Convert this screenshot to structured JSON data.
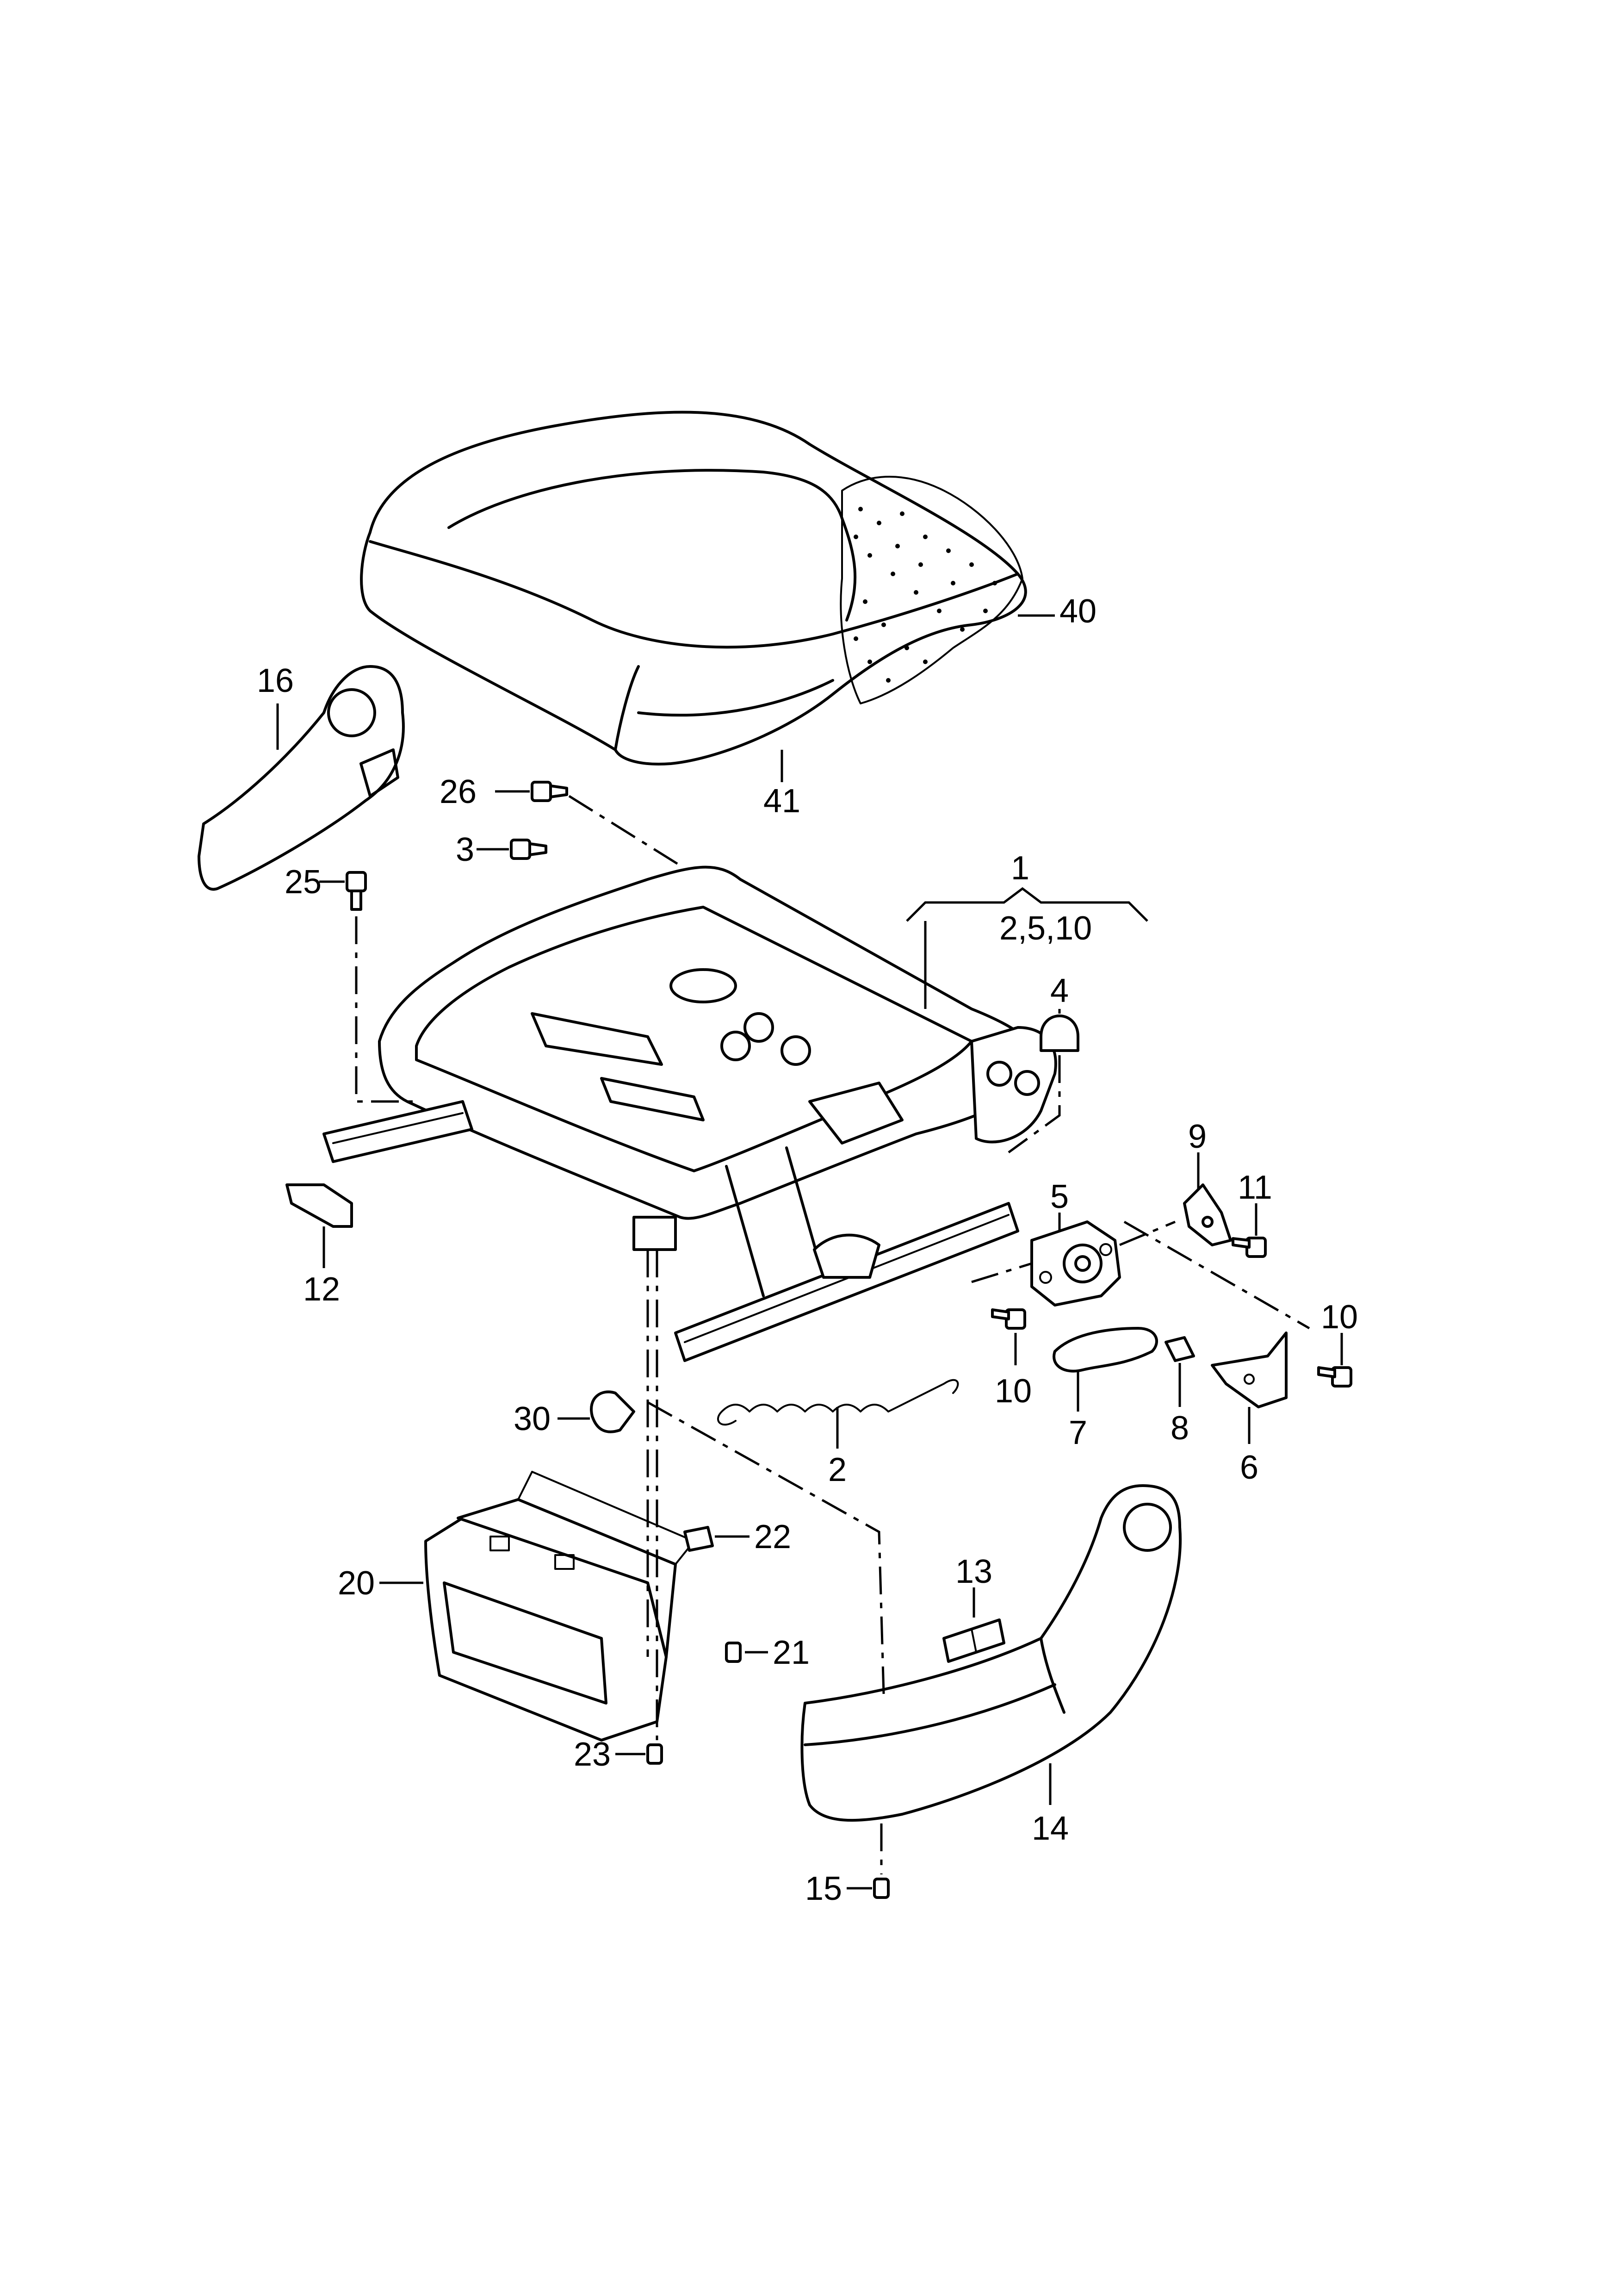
{
  "diagram": {
    "line_color": "#000000",
    "background": "#ffffff",
    "group_label": "1",
    "group_members": "2,5,10",
    "callouts": [
      {
        "id": "c40",
        "label": "40"
      },
      {
        "id": "c41",
        "label": "41"
      },
      {
        "id": "c16",
        "label": "16"
      },
      {
        "id": "c26",
        "label": "26"
      },
      {
        "id": "c3",
        "label": "3"
      },
      {
        "id": "c25",
        "label": "25"
      },
      {
        "id": "c4",
        "label": "4"
      },
      {
        "id": "c9",
        "label": "9"
      },
      {
        "id": "c11",
        "label": "11"
      },
      {
        "id": "c5",
        "label": "5"
      },
      {
        "id": "c12",
        "label": "12"
      },
      {
        "id": "c10a",
        "label": "10"
      },
      {
        "id": "c10b",
        "label": "10"
      },
      {
        "id": "c30",
        "label": "30"
      },
      {
        "id": "c2",
        "label": "2"
      },
      {
        "id": "c7",
        "label": "7"
      },
      {
        "id": "c8",
        "label": "8"
      },
      {
        "id": "c6",
        "label": "6"
      },
      {
        "id": "c22",
        "label": "22"
      },
      {
        "id": "c13",
        "label": "13"
      },
      {
        "id": "c20",
        "label": "20"
      },
      {
        "id": "c21",
        "label": "21"
      },
      {
        "id": "c23",
        "label": "23"
      },
      {
        "id": "c14",
        "label": "14"
      },
      {
        "id": "c15",
        "label": "15"
      }
    ]
  }
}
